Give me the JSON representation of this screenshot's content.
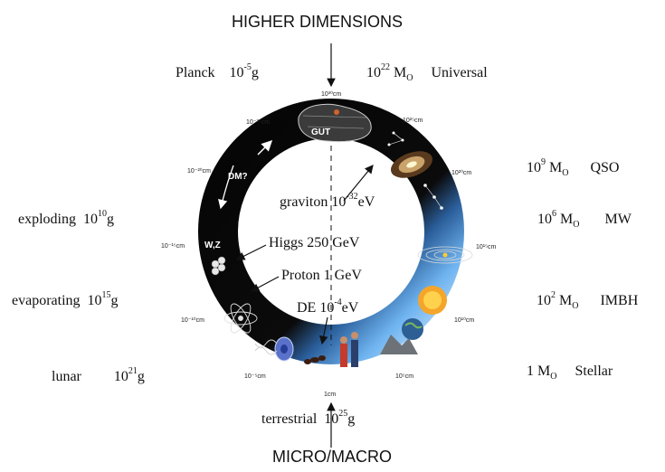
{
  "top_label": "HIGHER DIMENSIONS",
  "bottom_label": "MICRO/MACRO",
  "left_labels": {
    "planck": {
      "name": "Planck",
      "mantissa": "10",
      "exp": "-5",
      "unit": "g"
    },
    "exploding": {
      "name": "exploding",
      "mantissa": "10",
      "exp": "10",
      "unit": "g"
    },
    "evaporating": {
      "name": "evaporating",
      "mantissa": "10",
      "exp": "15",
      "unit": "g"
    },
    "lunar": {
      "name": "lunar",
      "mantissa": "10",
      "exp": "21",
      "unit": "g"
    },
    "terrestrial": {
      "name": "terrestrial",
      "mantissa": "10",
      "exp": "25",
      "unit": "g"
    }
  },
  "right_labels": {
    "universal": {
      "mantissa": "10",
      "exp": "22",
      "unit": "M",
      "unit_sub": "O",
      "name": "Universal"
    },
    "qso": {
      "mantissa": "10",
      "exp": "9",
      "unit": "M",
      "unit_sub": "O",
      "name": "QSO"
    },
    "mw": {
      "mantissa": "10",
      "exp": "6",
      "unit": "M",
      "unit_sub": "O",
      "name": "MW"
    },
    "imbh": {
      "mantissa": "10",
      "exp": "2",
      "unit": "M",
      "unit_sub": "O",
      "name": "IMBH"
    },
    "stellar": {
      "mantissa": "1",
      "unit": "M",
      "unit_sub": "O",
      "name": "Stellar"
    }
  },
  "inner_labels": {
    "graviton": {
      "text": "graviton 10",
      "exp": "-32",
      "unit": "eV"
    },
    "higgs": {
      "text": "Higgs  250 GeV"
    },
    "proton": {
      "text": "Proton 1 GeV"
    },
    "de": {
      "text": "DE 10",
      "exp": "-4",
      "unit": "eV"
    }
  },
  "ring_labels": {
    "gut": "GUT",
    "dm": "DM?",
    "wz": "W,Z"
  },
  "ticks": {
    "t_top": "10³⁰cm",
    "t_25": "10⁻²⁵cm",
    "t_20": "10⁻²⁰cm",
    "t_15": "10⁻¹⁵cm",
    "t_10": "10⁻¹⁰cm",
    "t_5": "10⁻⁵cm",
    "t_bottom": "1cm",
    "t_p5": "10⁵cm",
    "t_p10": "10¹⁰cm",
    "t_p15": "10¹⁵cm",
    "t_p20": "10²⁰cm",
    "t_p25": "10²⁵cm"
  },
  "colors": {
    "ring_dark": "#0a0a0a",
    "ring_blue": "#6fb4f0",
    "ring_light": "#cfe6fb"
  }
}
